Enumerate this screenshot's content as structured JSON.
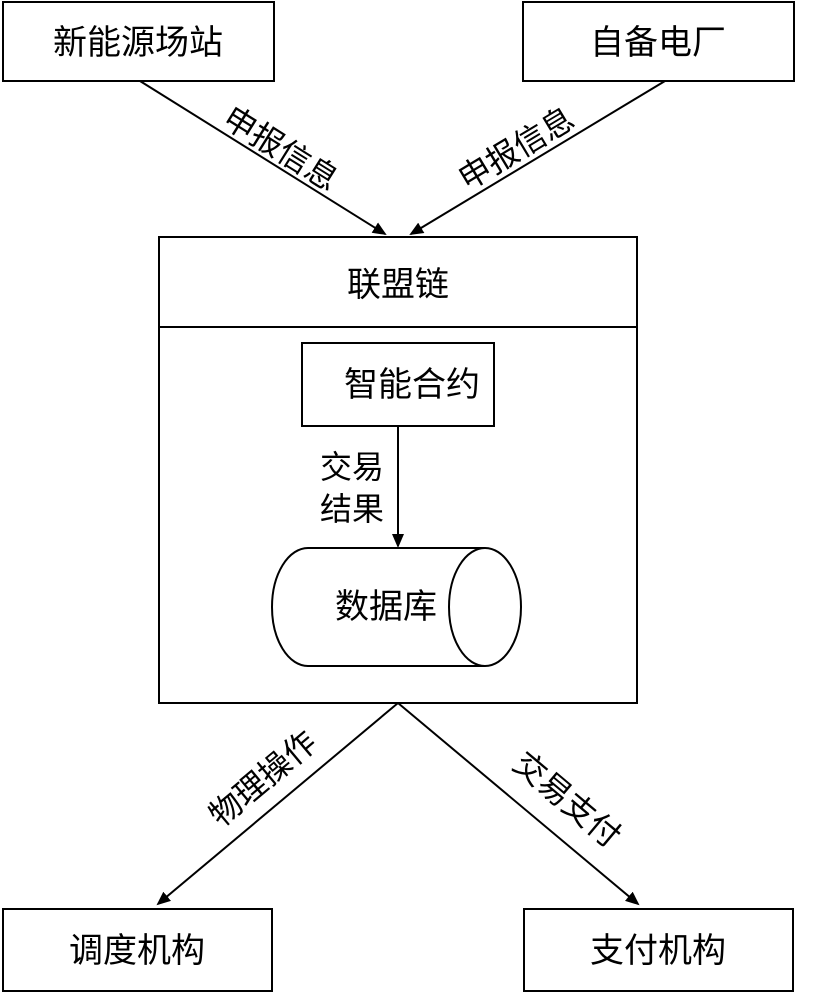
{
  "nodes": {
    "new_energy_station": "新能源场站",
    "self_power_plant": "自备电厂",
    "consortium_chain": "联盟链",
    "smart_contract": "智能合约",
    "database": "数据库",
    "dispatch_agency": "调度机构",
    "payment_agency": "支付机构"
  },
  "edges": {
    "report_info_left": "申报信息",
    "report_info_right": "申报信息",
    "trade_result_line1": "交易",
    "trade_result_line2": "结果",
    "physical_operation": "物理操作",
    "trade_payment": "交易支付"
  }
}
